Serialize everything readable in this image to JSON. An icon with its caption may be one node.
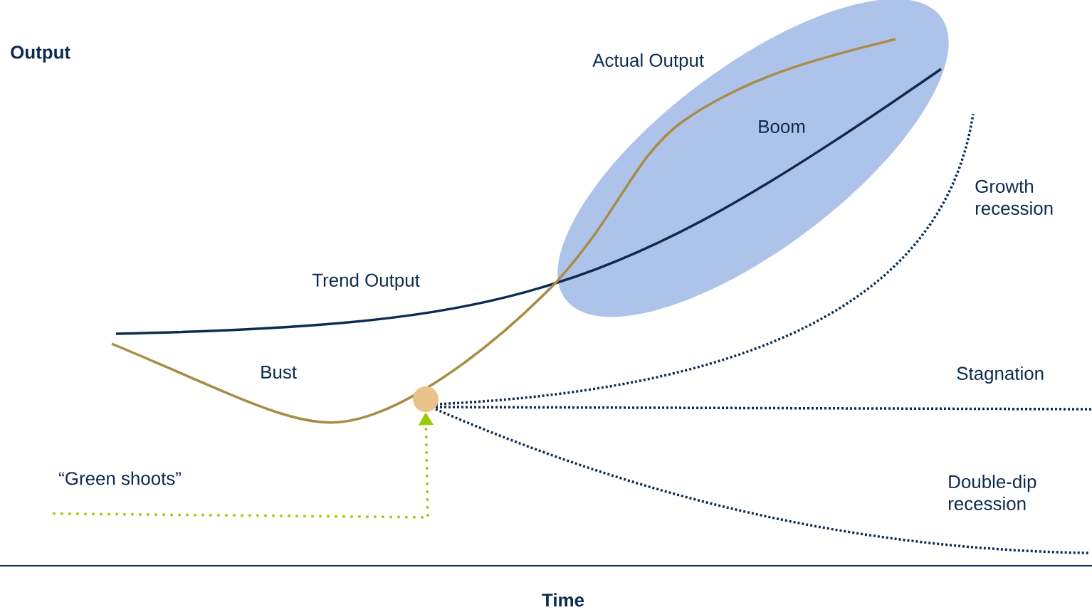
{
  "diagram": {
    "nodes": [
      {
        "text": [
          "“Green shoots”"
        ]
      },
      {
        "text": [],
        "shape": "circle"
      },
      {
        "text": [
          "Boom"
        ]
      }
    ],
    "edges": [
      {
        "from": 0,
        "to": 1,
        "arrow": "to",
        "style": "dashed",
        "color": "#99cc00"
      }
    ],
    "labels": [
      "Output",
      "Actual Output",
      "Trend Output",
      "Bust",
      "Growth recession",
      "Stagnation",
      "Double-dip recession",
      "Time"
    ]
  }
}
